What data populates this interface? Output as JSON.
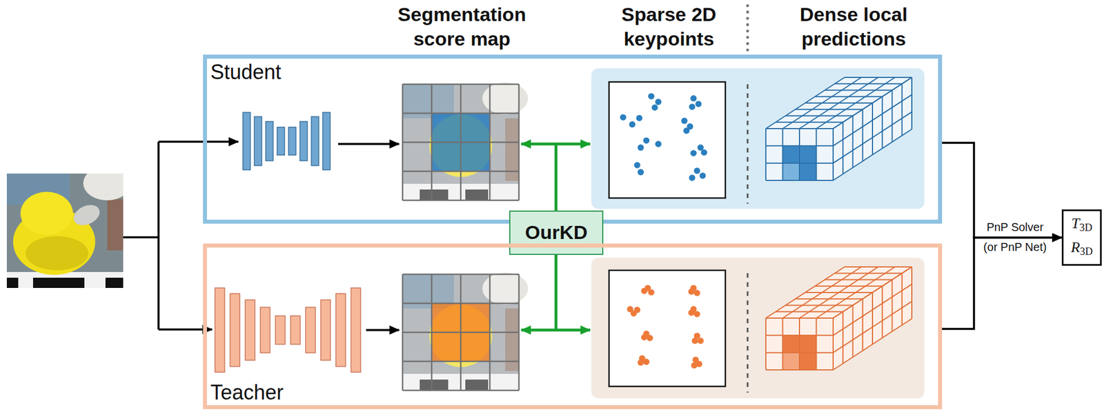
{
  "diagram": {
    "nodes": [
      {
        "text": [
          "Student"
        ]
      },
      {
        "text": [
          "OurKD"
        ]
      },
      {
        "text": [
          "Teacher"
        ]
      },
      {
        "text": [
          "T3D",
          "R3D"
        ]
      }
    ],
    "edges": [
      {
        "from": 0,
        "to": 3,
        "arrow": "to"
      },
      {
        "from": 2,
        "to": 3,
        "arrow": "to"
      }
    ],
    "labels": [
      "Segmentation score map",
      "Sparse 2D keypoints",
      "Dense local predictions",
      "PnP Solver",
      "(or PnP Net)"
    ]
  }
}
